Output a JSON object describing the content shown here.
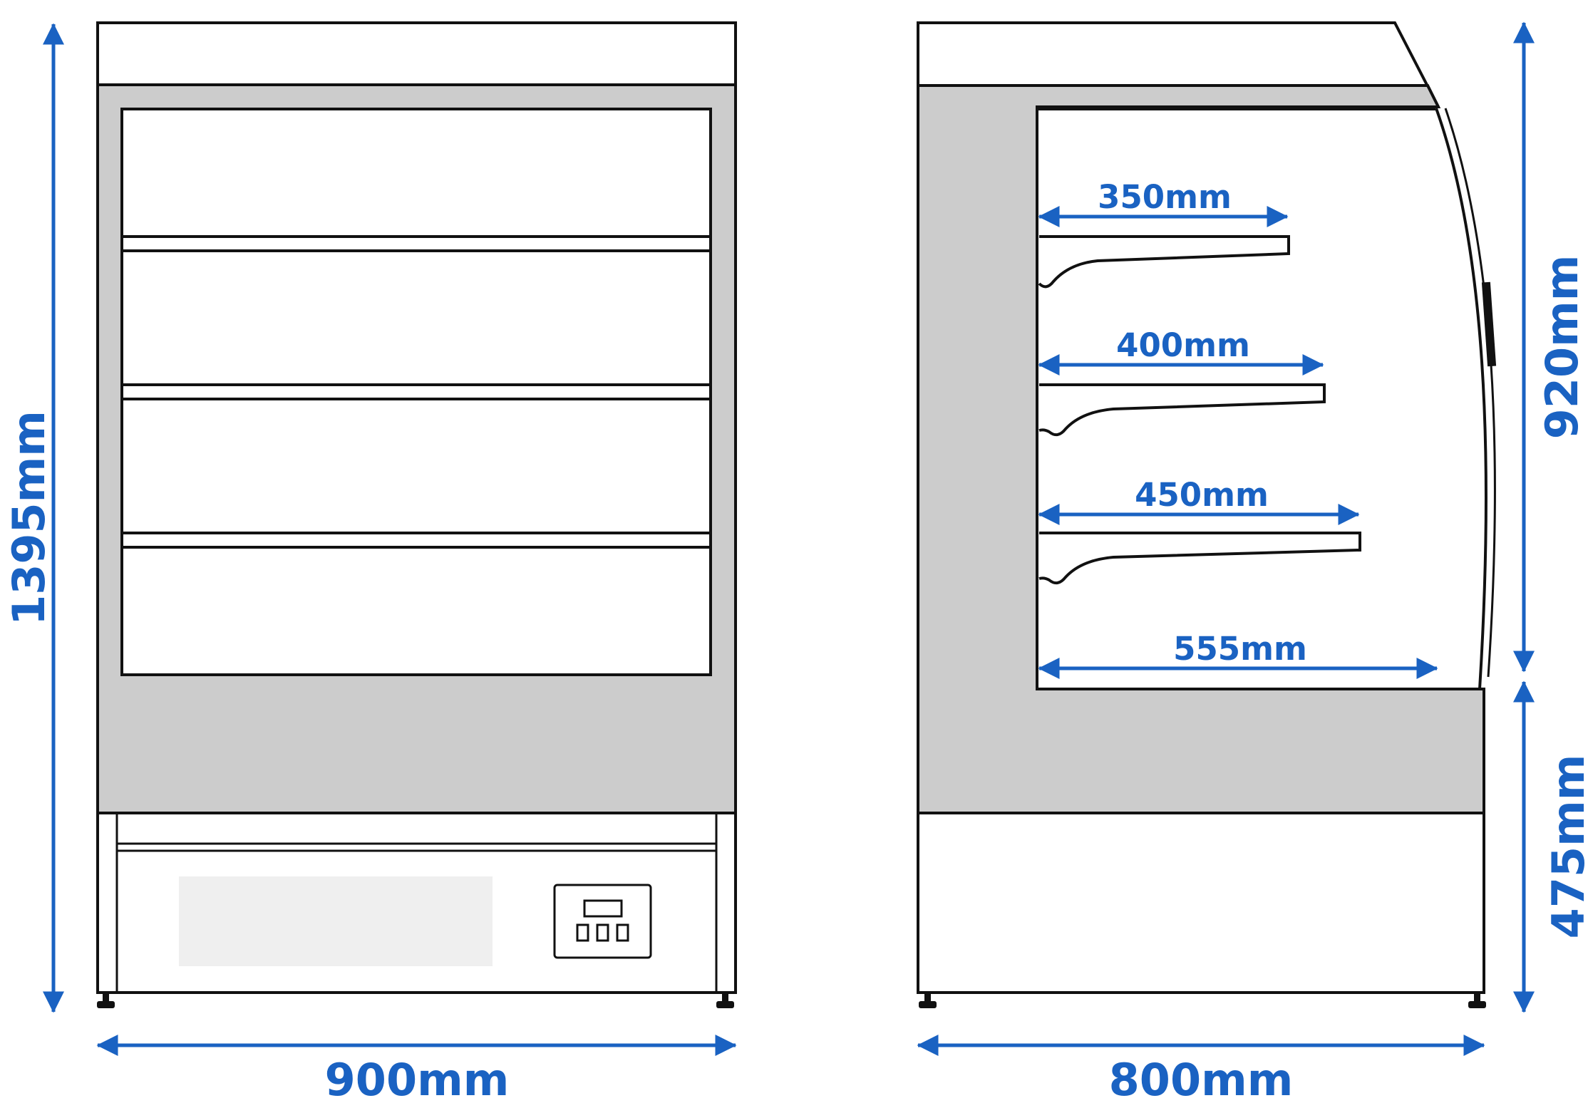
{
  "colors": {
    "accent": "#1a62c2",
    "outline": "#111111",
    "panel_gray": "#cccccc",
    "label_plate": "#efefef"
  },
  "dimensions": {
    "front_height": "1395mm",
    "front_width": "900mm",
    "side_width": "800mm",
    "side_upper_height": "920mm",
    "side_lower_height": "475mm",
    "shelf_1_depth": "350mm",
    "shelf_2_depth": "400mm",
    "shelf_3_depth": "450mm",
    "base_depth": "555mm"
  }
}
